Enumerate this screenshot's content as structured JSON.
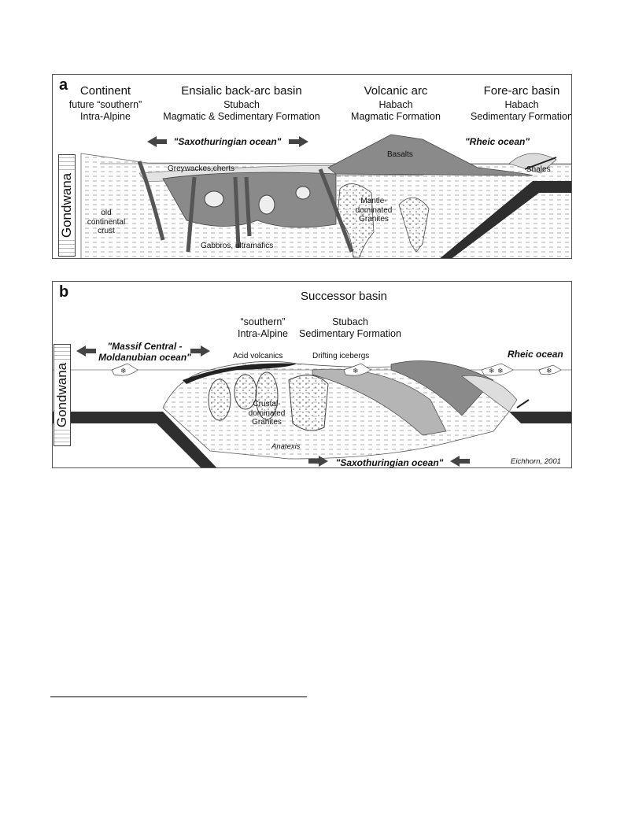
{
  "panel_a": {
    "letter": "a",
    "headings": [
      {
        "title": "Continent",
        "sub1": "future “southern”",
        "sub2": "Intra-Alpine"
      },
      {
        "title": "Ensialic back-arc basin",
        "sub1": "Stubach",
        "sub2": "Magmatic & Sedimentary Formation"
      },
      {
        "title": "Volcanic arc",
        "sub1": "Habach",
        "sub2": "Magmatic Formation"
      },
      {
        "title": "Fore-arc basin",
        "sub1": "Habach",
        "sub2": "Sedimentary Formation"
      }
    ],
    "ocean_left": "\"Saxothuringian ocean\"",
    "ocean_right": "\"Rheic ocean\"",
    "gondwana": "Gondwana",
    "labels": {
      "basalts": "Basalts",
      "shales": "Shales",
      "greywackes": "Greywackes,cherts",
      "crust": "old\ncontinental\ncrust",
      "granites": "Mantle-\ndominated\nGranites",
      "gabbros": "Gabbros, ultramafics"
    }
  },
  "panel_b": {
    "letter": "b",
    "title": "Successor basin",
    "heading_left_1": "“southern”",
    "heading_left_2": "Intra-Alpine",
    "heading_right_1": "Stubach",
    "heading_right_2": "Sedimentary Formation",
    "ocean_left": "\"Massif Central -\nMoldanubian ocean\"",
    "ocean_right": "Rheic ocean",
    "ocean_bottom": "\"Saxothuringian ocean\"",
    "gondwana": "Gondwana",
    "labels": {
      "acid": "Acid volcanics",
      "icebergs": "Drifting icebergs",
      "granites": "Crustal-\ndominated\nGranites",
      "anatexis": "Anatexis"
    },
    "credit": "Eichhorn, 2001"
  },
  "colors": {
    "dark": "#3a3a3a",
    "mid": "#8a8a8a",
    "light": "#cfcfcf",
    "slab": "#2e2e2e"
  }
}
